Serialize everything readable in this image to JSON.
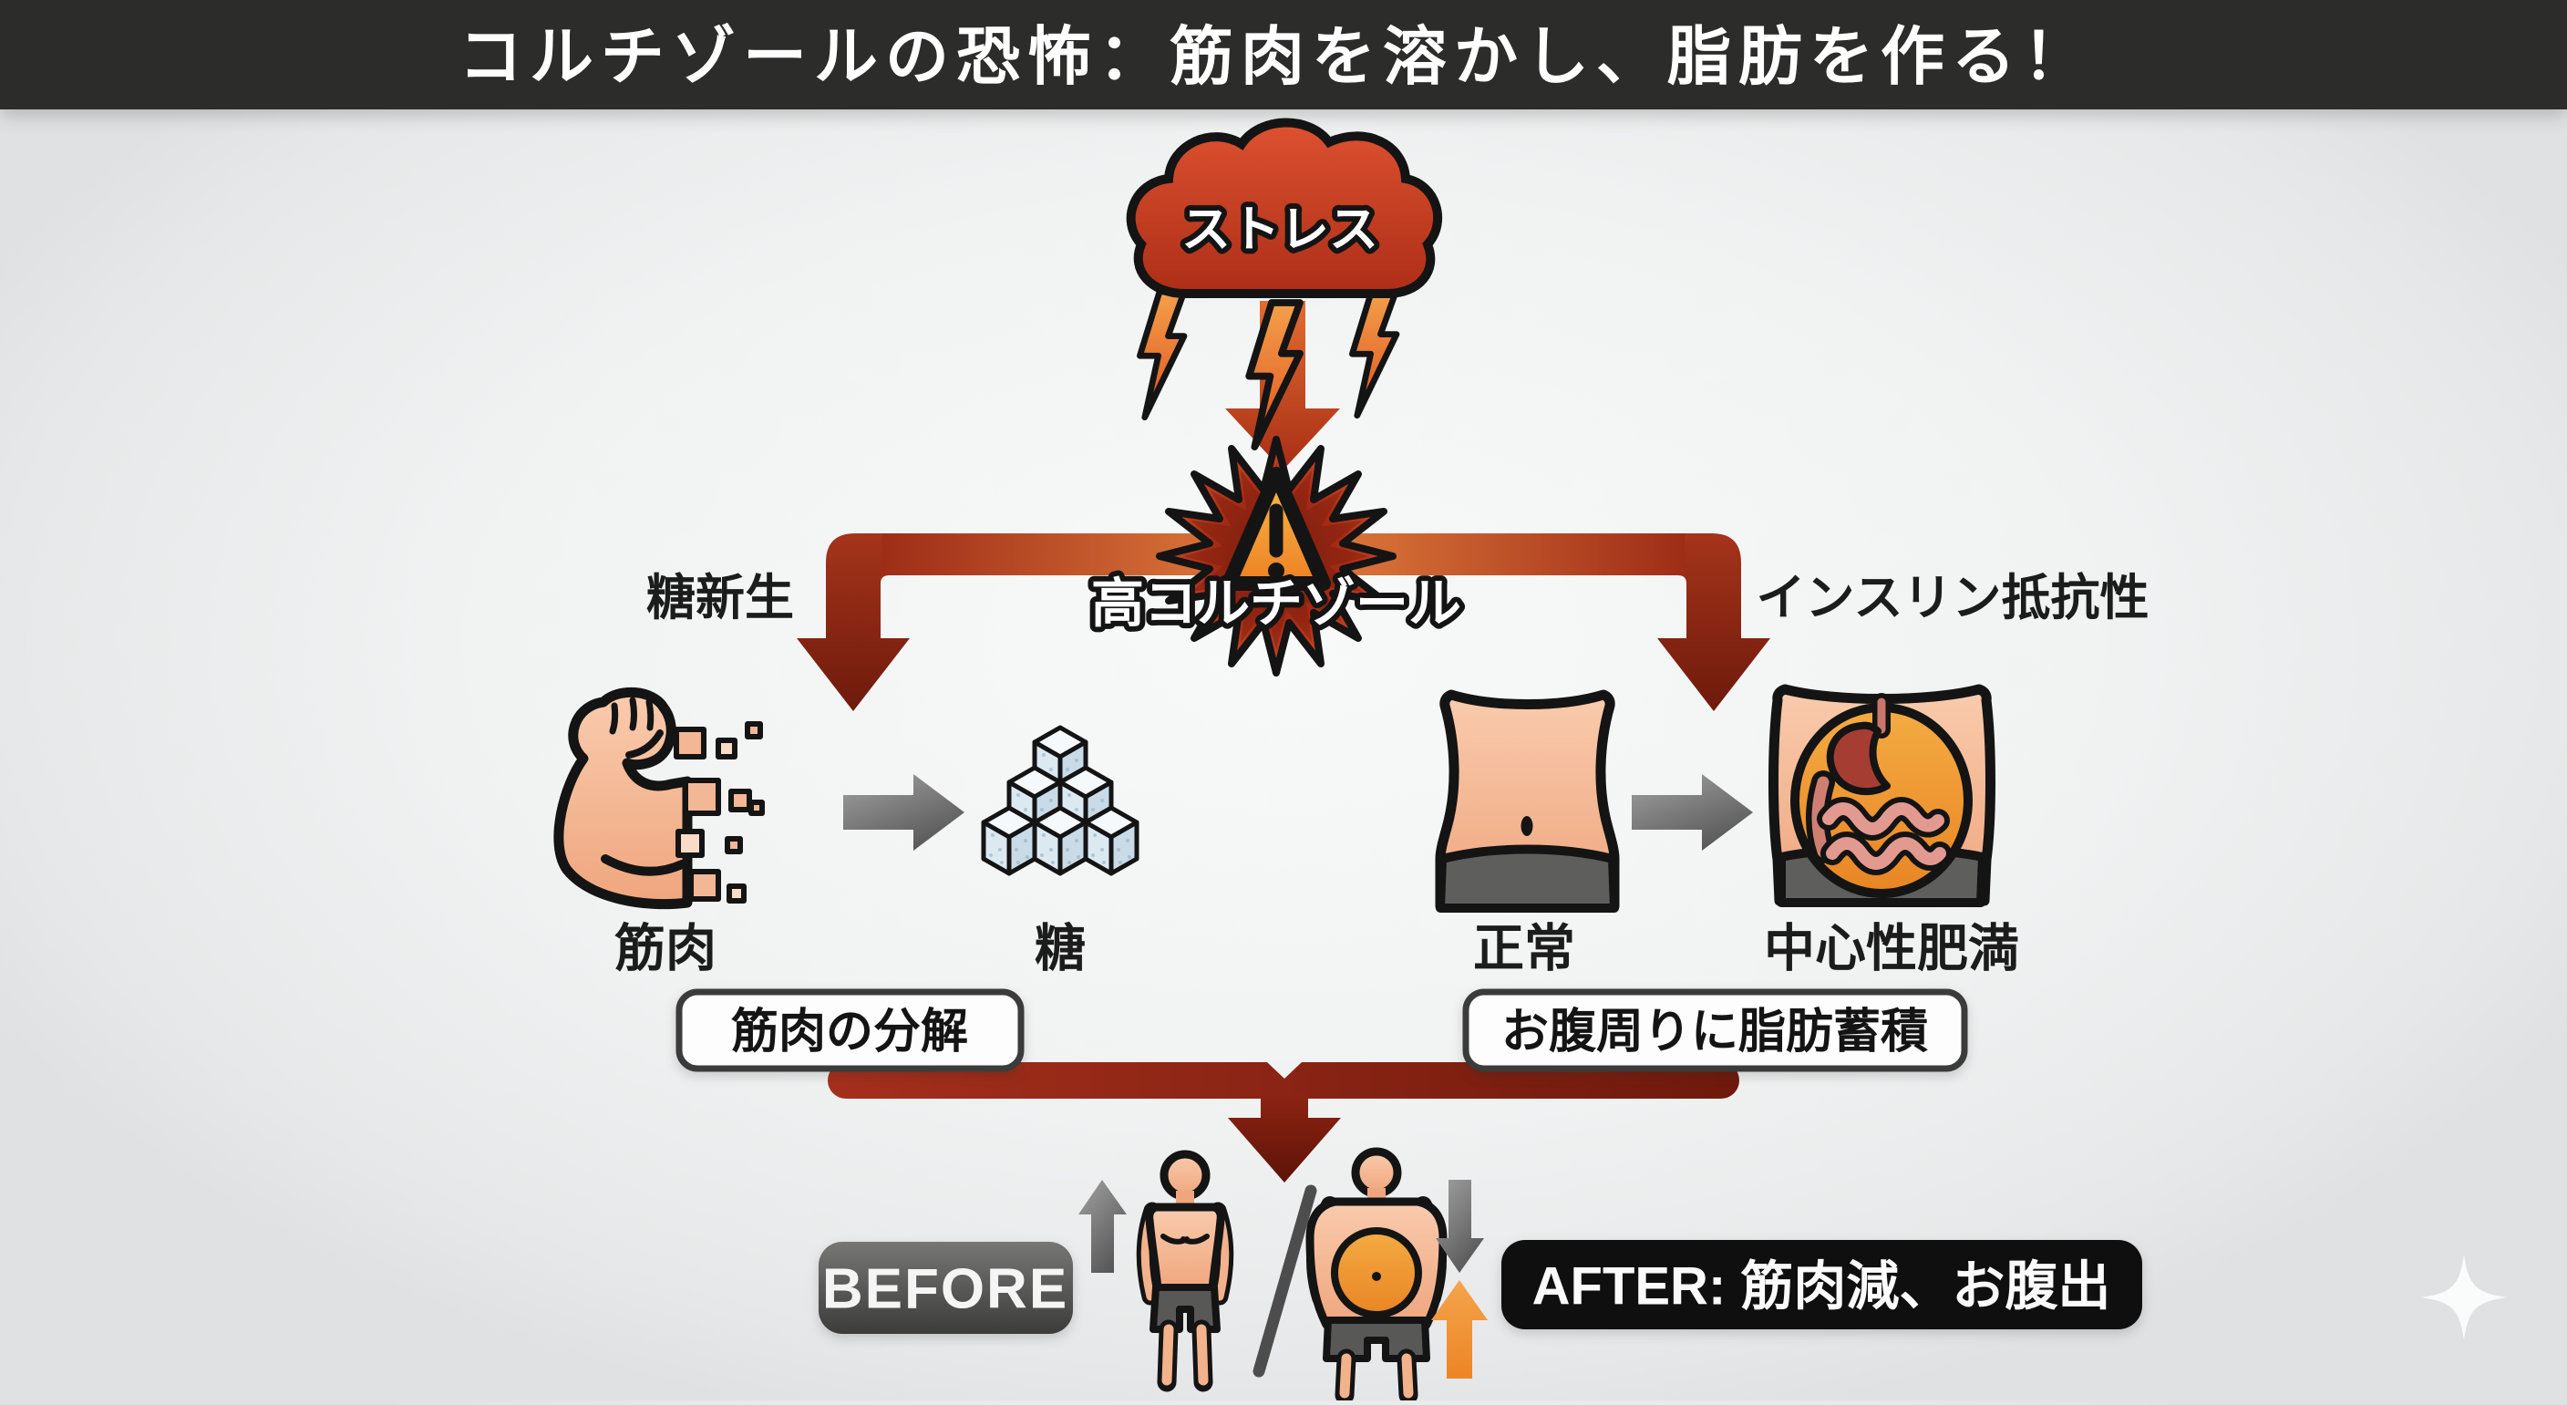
{
  "title": "コルチゾールの恐怖：筋肉を溶かし、脂肪を作る！",
  "flow": {
    "stress_label": "ストレス",
    "cortisol_label": "高コルチゾール",
    "left_branch_label": "糖新生",
    "right_branch_label": "インスリン抵抗性"
  },
  "muscle_path": {
    "source_label": "筋肉",
    "result_label": "糖",
    "caption": "筋肉の分解"
  },
  "fat_path": {
    "source_label": "正常",
    "result_label": "中心性肥満",
    "caption": "お腹周りに脂肪蓄積"
  },
  "comparison": {
    "before_label": "BEFORE",
    "after_label": "AFTER: 筋肉減、お腹出"
  },
  "colors": {
    "banner_black": "#2c2c2a",
    "alert_red": "#c43a1e",
    "deep_maroon": "#7c1d0e",
    "accent_orange": "#ef9233",
    "skin": "#f5bb9b",
    "arrow_gray": "#787878"
  }
}
